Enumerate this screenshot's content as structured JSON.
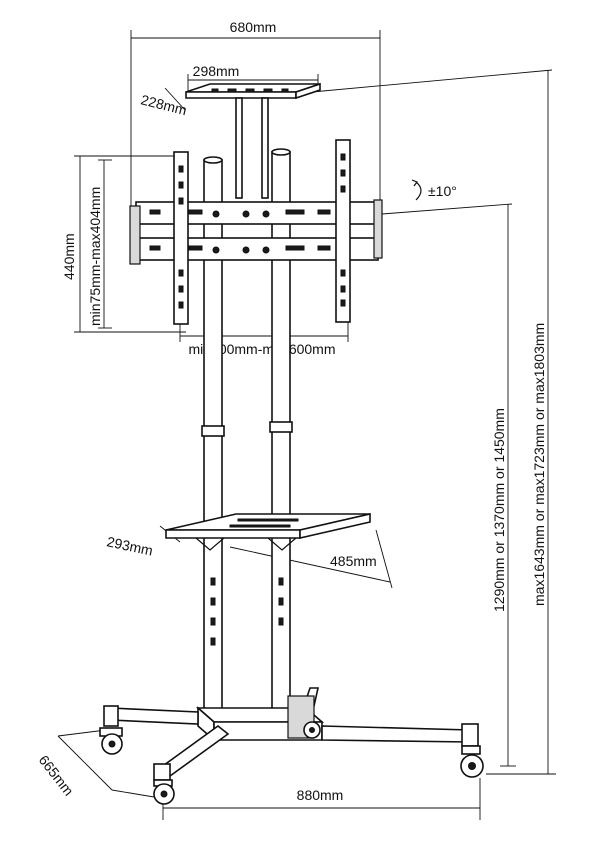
{
  "dimensions": {
    "total_width": "680mm",
    "top_shelf_width": "298mm",
    "top_shelf_depth": "228mm",
    "bracket_height": "440mm",
    "vesa_vertical": "min75mm-max404mm",
    "vesa_horizontal": "min200mm-max600mm",
    "tilt": "±10°",
    "mount_height": "1290mm or 1370mm or 1450mm",
    "total_height": "max1643mm or max1723mm or max1803mm",
    "middle_shelf_depth": "293mm",
    "middle_shelf_width": "485mm",
    "base_depth": "665mm",
    "base_width": "880mm"
  },
  "colors": {
    "line": "#111111",
    "background": "#ffffff",
    "shade": "#d9d9d9"
  }
}
